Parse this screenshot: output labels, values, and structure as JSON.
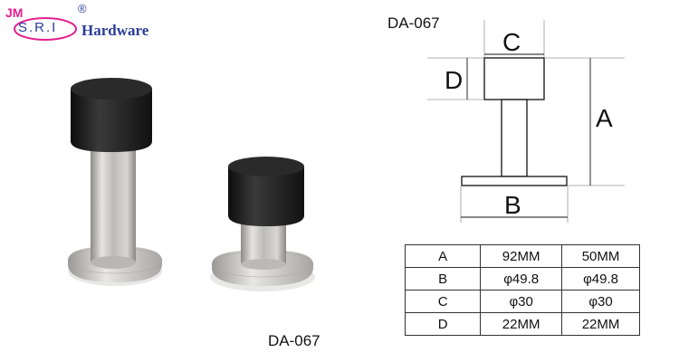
{
  "logo": {
    "prefix": "JM",
    "registered": "®",
    "initials": "S.R.I",
    "word": "Hardware"
  },
  "labels": {
    "model_top": "DA-067",
    "model_bottom": "DA-067"
  },
  "diagram": {
    "dim_a": "A",
    "dim_b": "B",
    "dim_c": "C",
    "dim_d": "D"
  },
  "spec_table": {
    "rows": [
      [
        "A",
        "92MM",
        "50MM"
      ],
      [
        "B",
        "φ49.8",
        "φ49.8"
      ],
      [
        "C",
        "φ30",
        "φ30"
      ],
      [
        "D",
        "22MM",
        "22MM"
      ]
    ]
  },
  "colors": {
    "logo_pink": "#e3208f",
    "logo_blue": "#2a3d9a",
    "rubber_cap": "#1b1b1b",
    "steel": "#c9c7c4"
  }
}
